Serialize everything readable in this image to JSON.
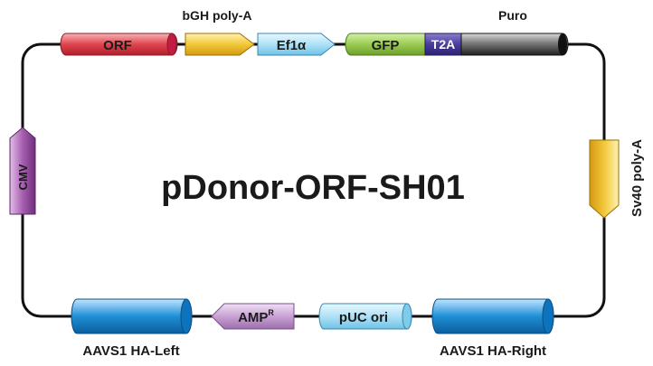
{
  "title": "pDonor-ORF-SH01",
  "colors": {
    "backbone": "#111111",
    "orf": "#e0454f",
    "bgh": "#f2c83a",
    "ef1a": "#a9dff5",
    "gfp": "#9bcc52",
    "t2a": "#4a3d9c",
    "puro": "#606060",
    "sv40": "#f2c83a",
    "cmv": "#a65fb0",
    "aavs1": "#1f8fd6",
    "amp": "#c9a2d4",
    "puc": "#a9dff5"
  },
  "features": {
    "orf": {
      "label": "ORF",
      "shape": "cylinder"
    },
    "bgh": {
      "label": "bGH poly-A",
      "shape": "arrow"
    },
    "ef1a": {
      "label": "Ef1α",
      "shape": "arrow"
    },
    "gfp": {
      "label": "GFP",
      "shape": "bar"
    },
    "t2a": {
      "label": "T2A",
      "shape": "bar"
    },
    "puro": {
      "label": "Puro",
      "shape": "cylinder"
    },
    "sv40": {
      "label": "Sv40 poly-A",
      "shape": "arrow"
    },
    "cmv": {
      "label": "CMV",
      "shape": "arrow"
    },
    "ha_left": {
      "label": "AAVS1 HA-Left",
      "shape": "cylinder"
    },
    "amp": {
      "label": "AMP",
      "superscript": "R",
      "shape": "arrow"
    },
    "puc": {
      "label": "pUC ori",
      "shape": "cylinder"
    },
    "ha_right": {
      "label": "AAVS1 HA-Right",
      "shape": "cylinder"
    }
  }
}
